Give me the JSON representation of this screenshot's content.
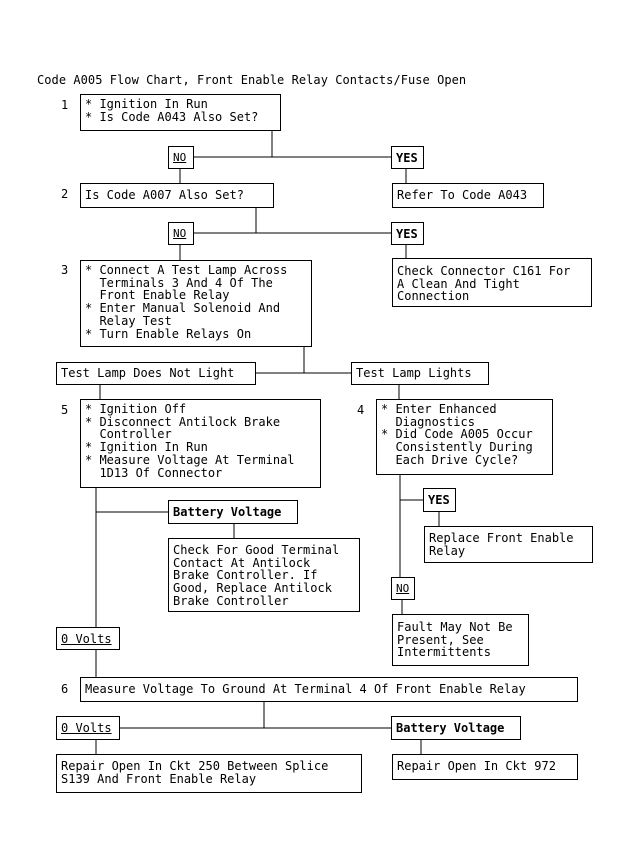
{
  "title": "Code A005 Flow Chart, Front Enable Relay Contacts/Fuse Open",
  "steps": {
    "s1": {
      "num": "1",
      "text": "* Ignition In Run\n* Is Code A043 Also Set?"
    },
    "s2": {
      "num": "2",
      "text": "Is Code A007 Also Set?"
    },
    "s3": {
      "num": "3",
      "text": "* Connect A Test Lamp Across\n  Terminals 3 And 4 Of The\n  Front Enable Relay\n* Enter Manual Solenoid And\n  Relay Test\n* Turn Enable Relays On"
    },
    "s4": {
      "num": "4",
      "text": "* Enter Enhanced\n  Diagnostics\n* Did Code A005 Occur\n  Consistently During\n  Each Drive Cycle?"
    },
    "s5": {
      "num": "5",
      "text": "* Ignition Off\n* Disconnect Antilock Brake\n  Controller\n* Ignition In Run\n* Measure Voltage At Terminal\n  1D13 Of Connector"
    },
    "s6": {
      "num": "6",
      "text": "Measure Voltage To Ground At Terminal 4 Of Front Enable Relay"
    }
  },
  "answers": {
    "no1": "NO",
    "yes1": "YES",
    "no2": "NO",
    "yes2": "YES",
    "lamp_not_light": "Test Lamp Does Not Light",
    "lamp_lights": "Test Lamp Lights",
    "batt_v_5": "Battery Voltage",
    "zero_v_5": "0 Volts",
    "yes4": "YES",
    "no4": "NO",
    "zero_v_6": "0 Volts",
    "batt_v_6": "Battery Voltage"
  },
  "results": {
    "refer_a043": "Refer To Code A043",
    "check_c161": "Check Connector C161 For\nA Clean And Tight\nConnection",
    "check_terminal": "Check For Good Terminal\nContact At Antilock\nBrake Controller. If\nGood, Replace Antilock\nBrake Controller",
    "replace_relay": "Replace Front Enable\nRelay",
    "fault_intermittent": "Fault May Not Be\nPresent, See\nIntermittents",
    "repair_ckt250": "Repair Open In Ckt 250 Between Splice\nS139 And Front Enable Relay",
    "repair_ckt972": "Repair Open In Ckt 972"
  }
}
